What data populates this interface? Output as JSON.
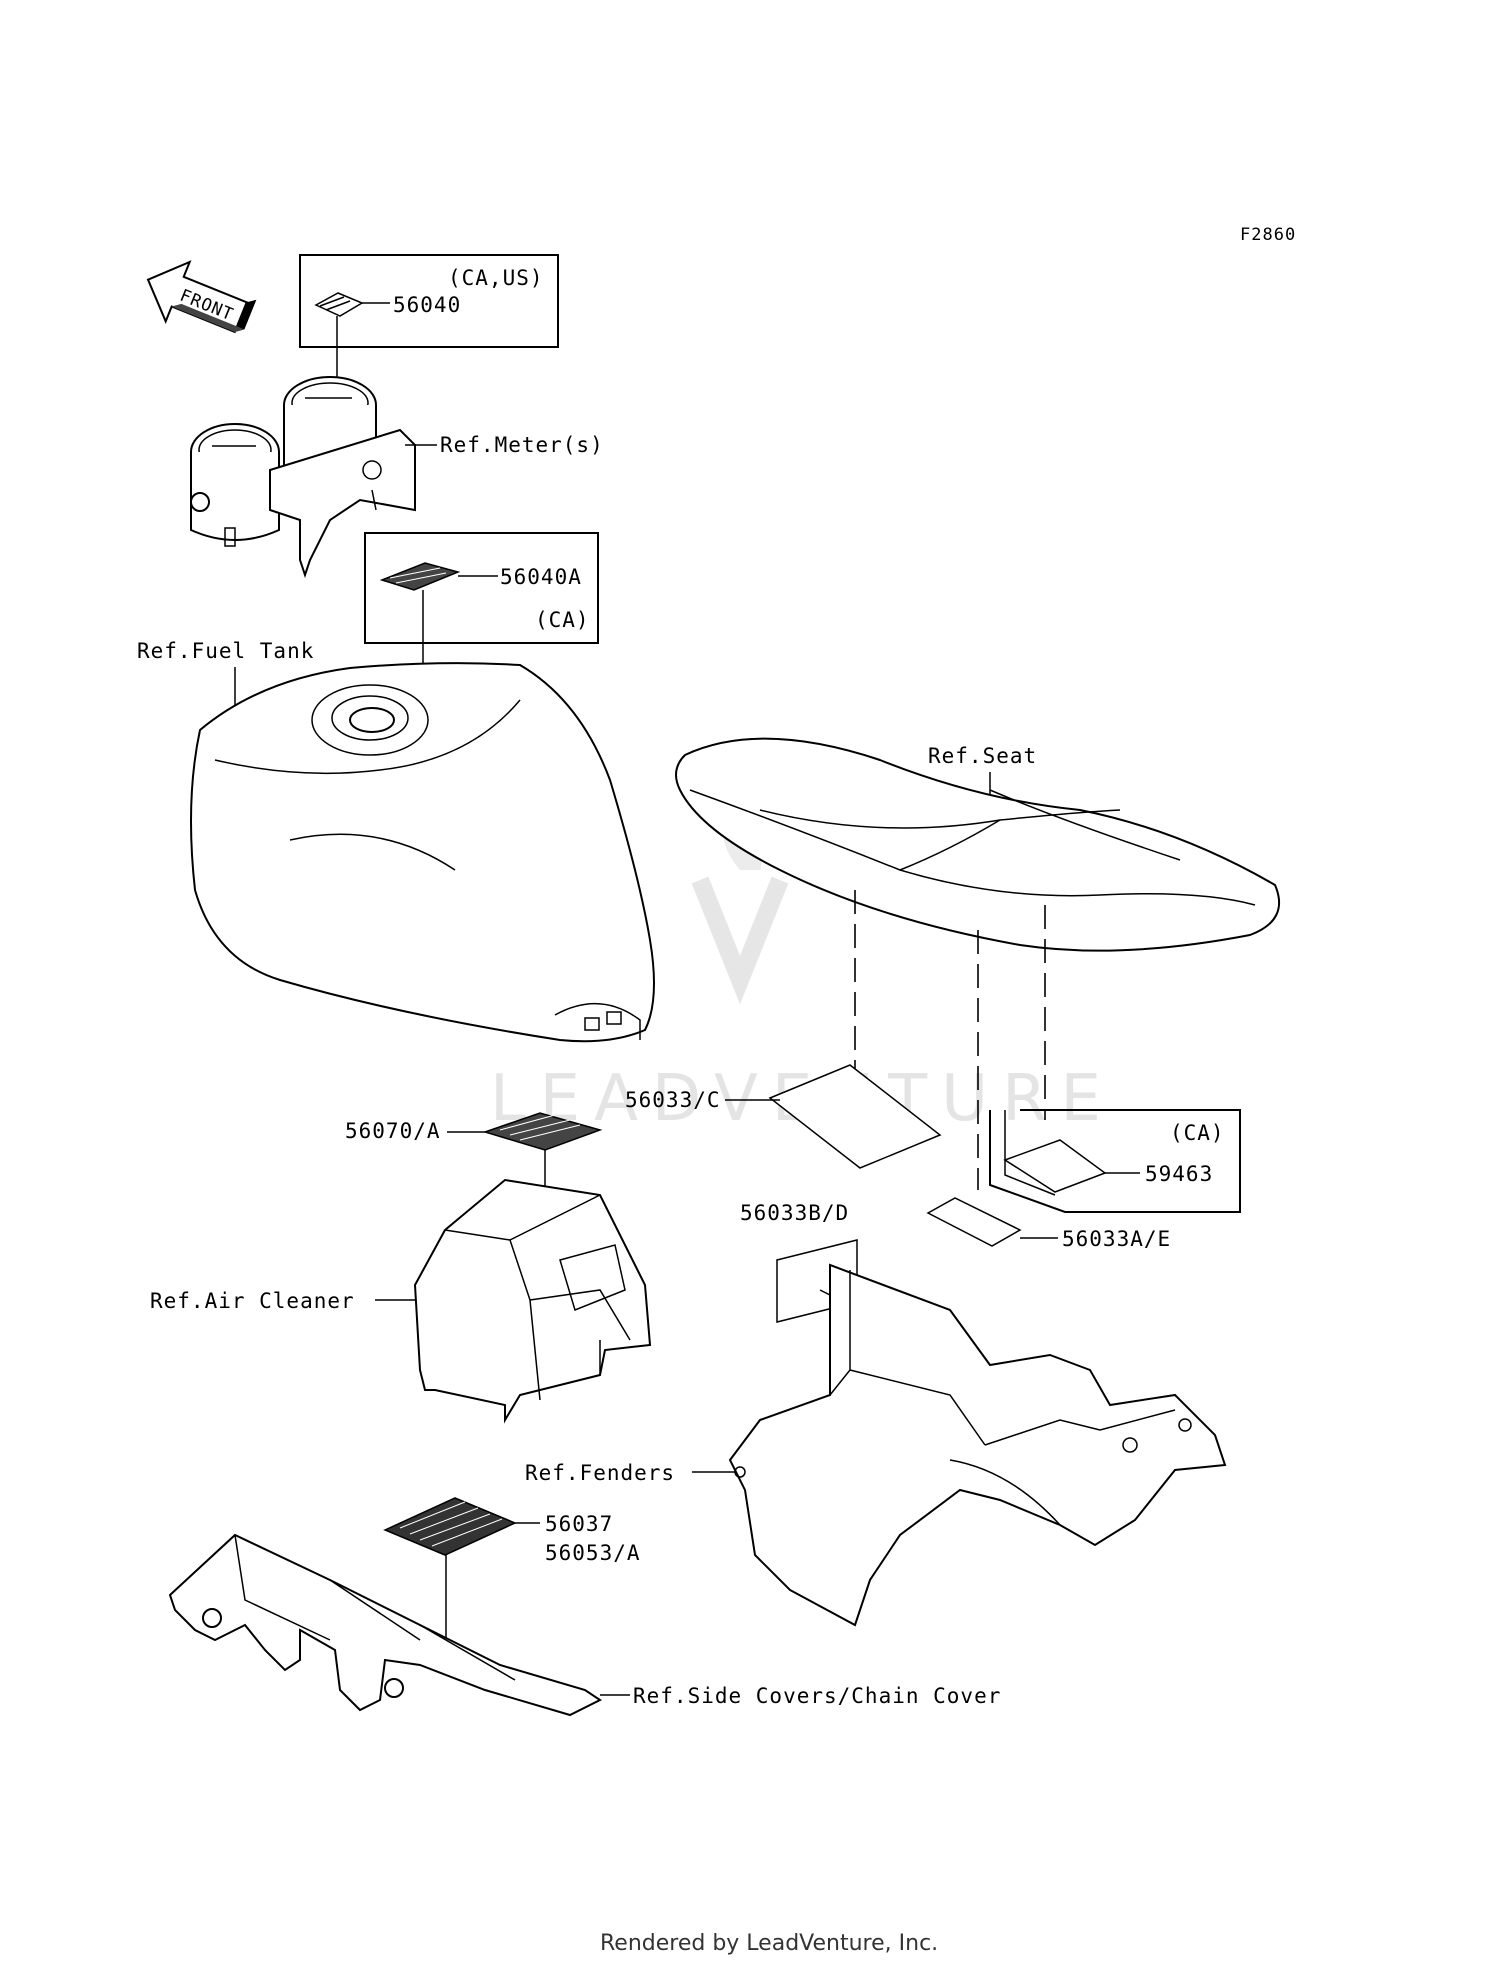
{
  "diagram_code": "F2860",
  "direction_label": "FRONT",
  "watermark": "LEADVENTURE",
  "labels": {
    "p56040": "56040",
    "p56040_region": "(CA,US)",
    "ref_meters": "Ref.Meter(s)",
    "p56040a": "56040A",
    "p56040a_region": "(CA)",
    "ref_fuel_tank": "Ref.Fuel Tank",
    "ref_seat": "Ref.Seat",
    "p56033c": "56033/C",
    "p56070a": "56070/A",
    "p59463_region": "(CA)",
    "p59463": "59463",
    "p56033bd": "56033B/D",
    "p56033ae": "56033A/E",
    "ref_air_cleaner": "Ref.Air Cleaner",
    "ref_fenders": "Ref.Fenders",
    "p56037": "56037",
    "p56053a": "56053/A",
    "ref_side_covers": "Ref.Side Covers/Chain Cover"
  },
  "footer": "Rendered by LeadVenture, Inc."
}
